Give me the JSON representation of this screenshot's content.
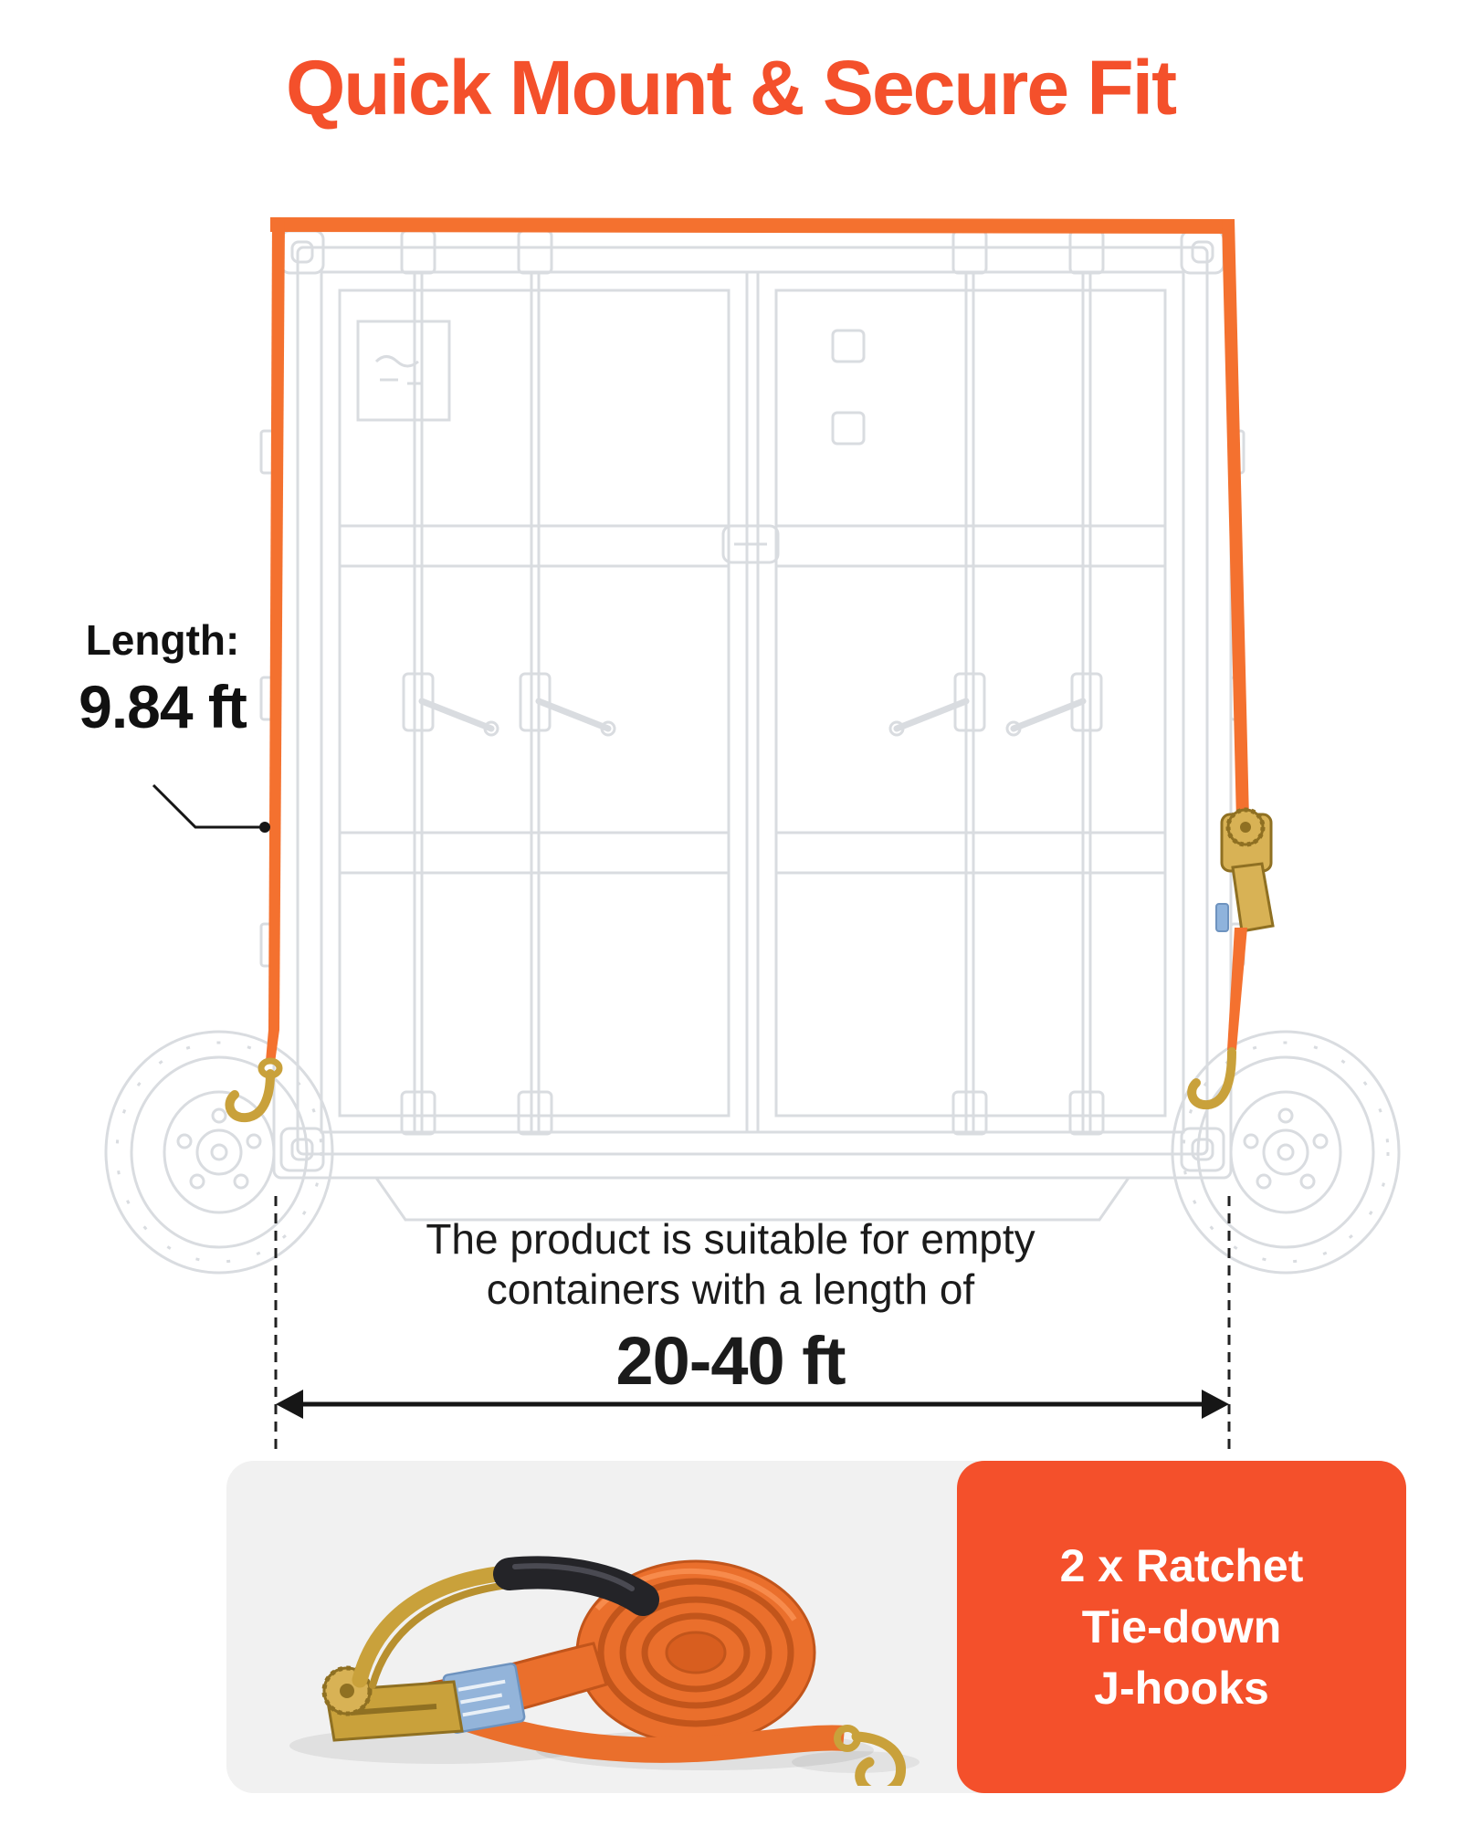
{
  "title": "Quick Mount & Secure Fit",
  "length_label": {
    "label": "Length:",
    "value": "9.84 ft"
  },
  "suitability": {
    "line1": "The product is suitable for empty",
    "line2": "containers with a length of",
    "range": "20-40 ft"
  },
  "product_card": {
    "badge_lines": [
      "2 x Ratchet",
      "Tie-down",
      "J-hooks"
    ]
  },
  "colors": {
    "accent": "#F4502B",
    "strap_orange": "#F4712F",
    "metal_gold": "#C9A13B",
    "container_line": "#D9DCE0"
  }
}
